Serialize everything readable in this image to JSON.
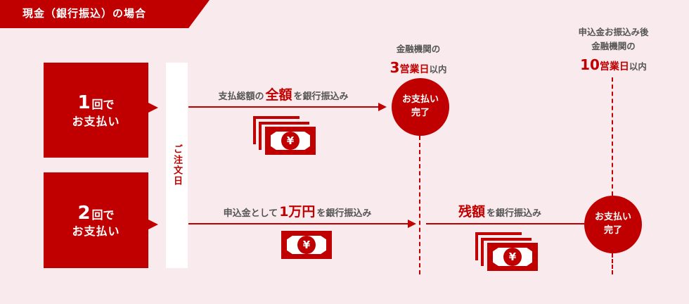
{
  "header": {
    "title": "現金（銀行振込）の場合"
  },
  "colors": {
    "accent": "#c00000",
    "background": "#f9ebed",
    "text": "#555555"
  },
  "order_bar": {
    "label": "ご注文日"
  },
  "plans": [
    {
      "number": "1",
      "line1_suffix": "回で",
      "line2": "お支払い",
      "caption": {
        "pre": "支払総額の",
        "highlight": "全額",
        "post": "を銀行振込み"
      },
      "icon": "money-stack-icon"
    },
    {
      "number": "2",
      "line1_suffix": "回で",
      "line2": "お支払い",
      "caption": {
        "pre": "申込金として",
        "highlight": "1万円",
        "post": "を銀行振込み"
      },
      "icon": "money-bill-icon",
      "second_step": {
        "caption": {
          "highlight": "残額",
          "post": "を銀行振込み"
        },
        "icon": "money-stack-icon"
      }
    }
  ],
  "notes": {
    "first": {
      "line1": "金融機関の",
      "num": "3",
      "unit": "営業日",
      "suffix": "以内"
    },
    "second": {
      "line0": "申込金お振込み後",
      "line1": "金融機関の",
      "num": "10",
      "unit": "営業日",
      "suffix": "以内"
    }
  },
  "done_circle": {
    "line1": "お支払い",
    "line2": "完了"
  },
  "yen_symbol": "¥"
}
